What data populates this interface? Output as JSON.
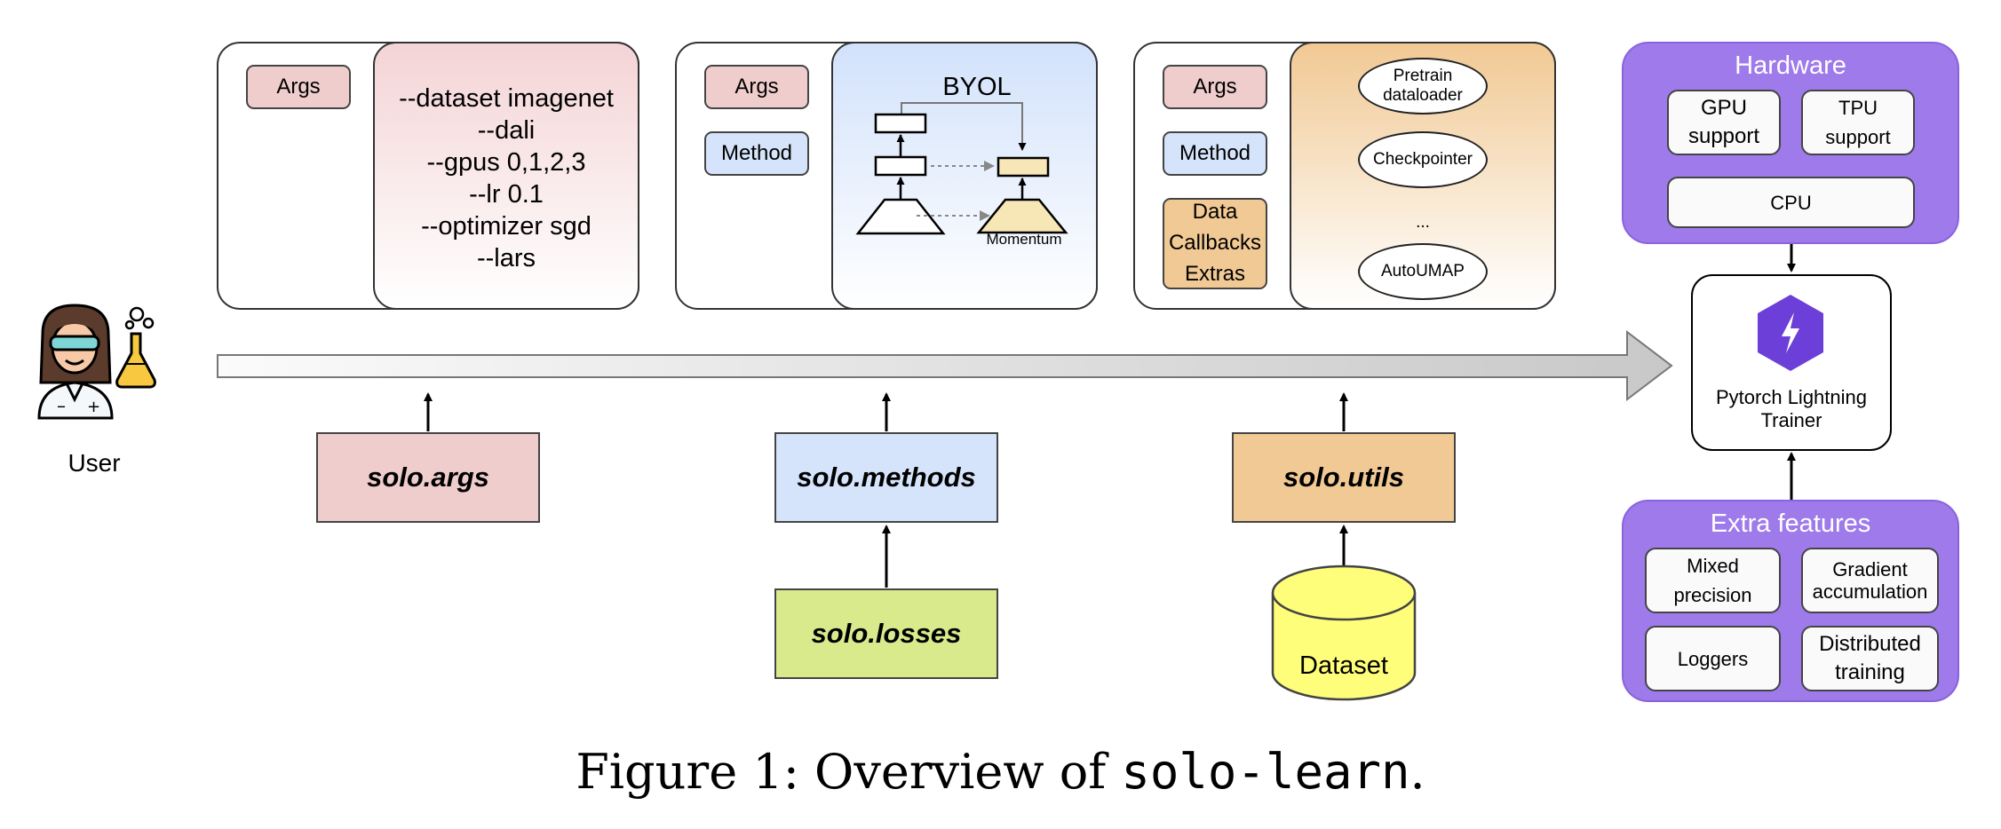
{
  "user": {
    "label": "User"
  },
  "panels": {
    "args_panel": {
      "args_tag": "Args",
      "lines": [
        "--dataset imagenet",
        "--dali",
        "--gpus 0,1,2,3",
        "--lr 0.1",
        "--optimizer sgd",
        "--lars"
      ]
    },
    "methods_panel": {
      "args_tag": "Args",
      "method_tag": "Method",
      "title": "BYOL",
      "momentum_label": "Momentum"
    },
    "utils_panel": {
      "args_tag": "Args",
      "method_tag": "Method",
      "data_tag": [
        "Data",
        "Callbacks",
        "Extras"
      ],
      "items": [
        [
          "Pretrain",
          "dataloader"
        ],
        [
          "Checkpointer"
        ],
        [
          "..."
        ],
        [
          "AutoUMAP"
        ]
      ]
    }
  },
  "modules": {
    "args": "solo.args",
    "methods": "solo.methods",
    "losses": "solo.losses",
    "utils": "solo.utils",
    "dataset": "Dataset"
  },
  "hardware": {
    "title": "Hardware",
    "gpu": [
      "GPU",
      "support"
    ],
    "tpu": [
      "TPU",
      "support"
    ],
    "cpu": "CPU"
  },
  "trainer": {
    "lines": [
      "Pytorch Lightning",
      "Trainer"
    ]
  },
  "extra_features": {
    "title": "Extra features",
    "mixed": [
      "Mixed",
      "precision"
    ],
    "gradient": [
      "Gradient",
      "accumulation"
    ],
    "loggers": "Loggers",
    "distributed": [
      "Distributed",
      "training"
    ]
  },
  "caption": {
    "prefix": "Figure 1: Overview of ",
    "code": "solo-learn",
    "suffix": "."
  },
  "colors": {
    "args_pink": "#f0cdcd",
    "methods_blue": "#d5e4fa",
    "utils_orange": "#f1c994",
    "losses_green": "#d9ea8c",
    "dataset_yellow": "#fffe7a",
    "hardware_purple": "#9f7aea",
    "lightning_purple": "#6b3fd8"
  }
}
